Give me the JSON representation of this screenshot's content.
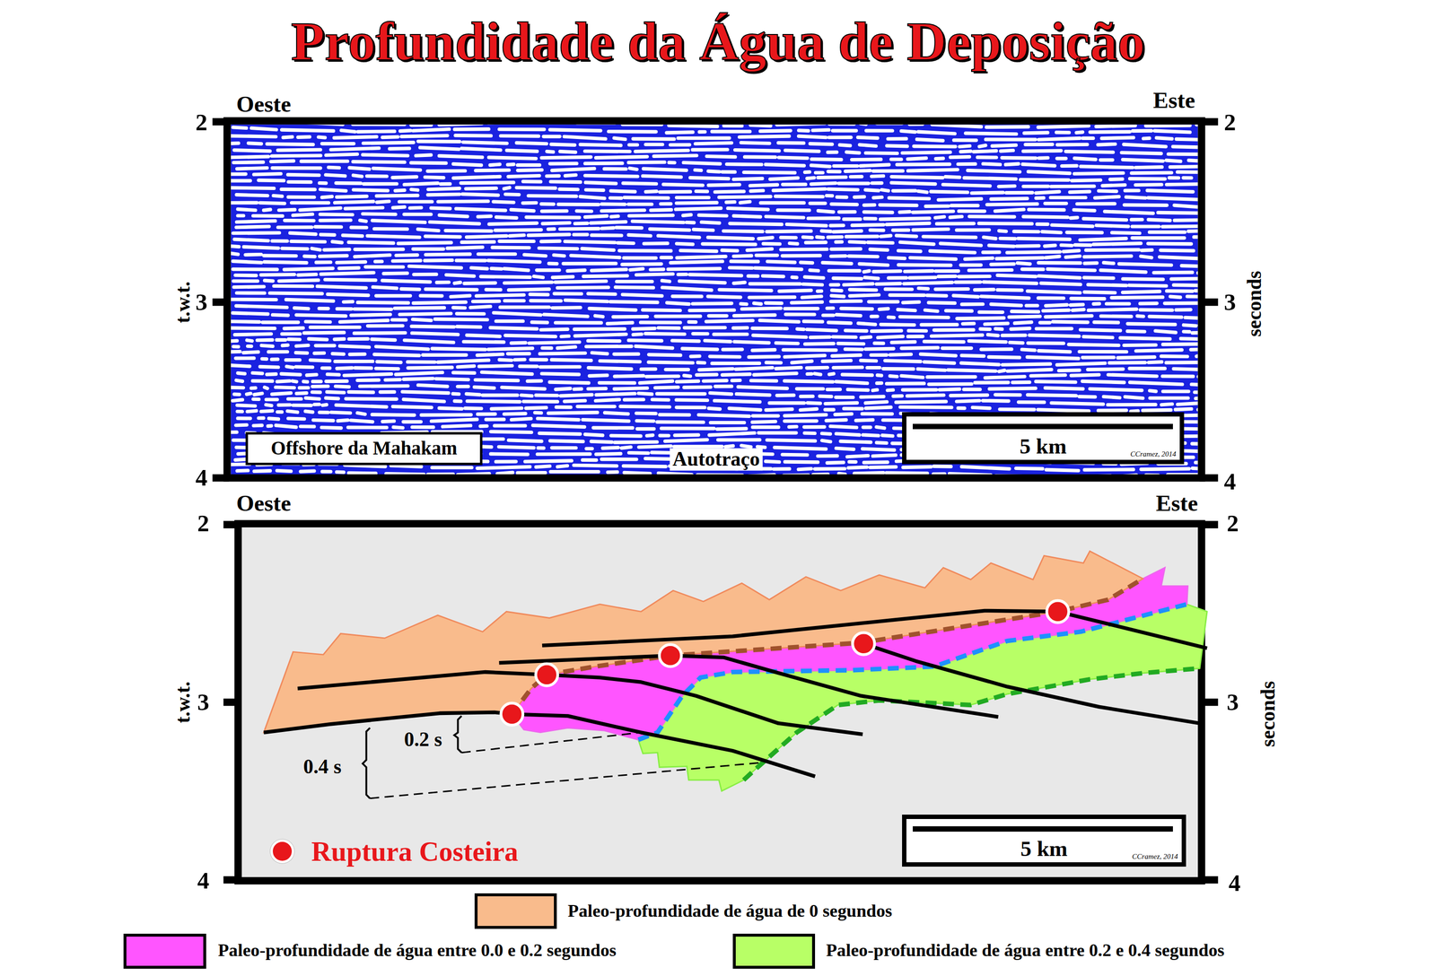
{
  "diagram": {
    "title": "Profundidade da Água de Deposição",
    "nodes": [
      {
        "text": [
          "Offshore da Mahakam"
        ]
      },
      {
        "text": [
          "5 km",
          "CCramez, 2014"
        ]
      },
      {
        "text": [
          "5 km",
          "CCramez, 2014"
        ]
      }
    ],
    "labels": [
      "Oeste",
      "Este",
      "2",
      "3",
      "4",
      "2",
      "3",
      "4",
      "t.w.t.",
      "seconds",
      "Autotraço",
      "Oeste",
      "Este",
      "2",
      "3",
      "4",
      "2",
      "3",
      "4",
      "t.w.t.",
      "seconds",
      "0.2 s",
      "0.4 s"
    ],
    "legend": [
      {
        "text": "Ruptura Costeira",
        "color": "#e8171b"
      },
      {
        "text": "Paleo-profundidade de água de 0 segundos",
        "color": "#f9bb8c"
      },
      {
        "text": "Paleo-profundidade de água entre 0.0 e 0.2 segundos",
        "color": "#ff55ff"
      },
      {
        "text": "Paleo-profundidade de água entre 0.2 e 0.4 segundos",
        "color": "#b8ff66"
      }
    ]
  }
}
